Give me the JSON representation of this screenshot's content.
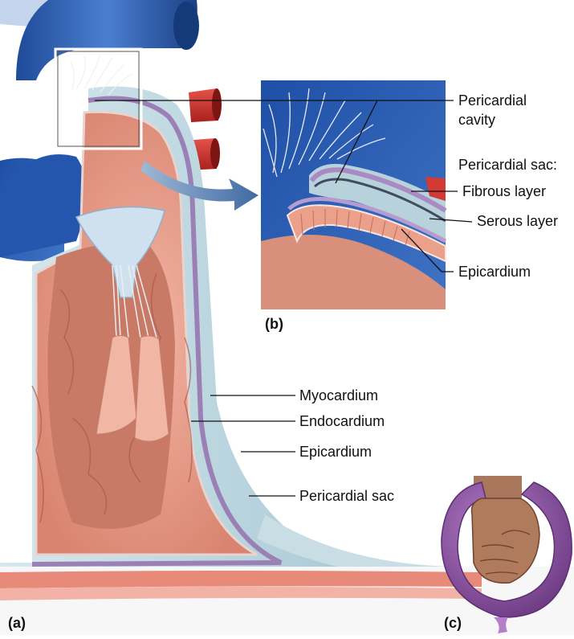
{
  "figure": {
    "panels": {
      "a": "(a)",
      "b": "(b)",
      "c": "(c)"
    },
    "labels_a": {
      "myocardium": "Myocardium",
      "endocardium": "Endocardium",
      "epicardium": "Epicardium",
      "pericardial_sac": "Pericardial sac"
    },
    "labels_b": {
      "pericardial_cavity_line1": "Pericardial",
      "pericardial_cavity_line2": "cavity",
      "pericardial_sac_heading": "Pericardial sac:",
      "fibrous_layer": "Fibrous layer",
      "serous_layer": "Serous layer",
      "epicardium": "Epicardium"
    },
    "colors": {
      "vessel_blue": "#2f5fb0",
      "vessel_red": "#d23a35",
      "myocardium": "#e99a86",
      "pericardium_sac": "#b9d6df",
      "serous_membrane": "#b79cc8",
      "balloon": "#8b4f9e",
      "fist": "#b07a5c"
    }
  }
}
